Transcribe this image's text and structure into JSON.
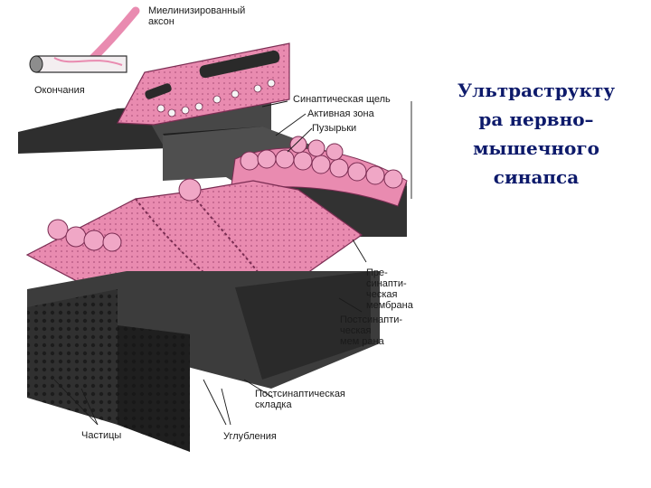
{
  "title": {
    "lines": [
      "Ультраструкту",
      "ра нервно–",
      "мышечного",
      "синапса"
    ],
    "color": "#0d1a6b"
  },
  "labels": {
    "myelinated_axon": [
      "Миелинизированный",
      "аксон"
    ],
    "endings": "Окончания",
    "synaptic_cleft": "Синаптическая щель",
    "active_zone": "Активная зона",
    "vesicles": "Пузырьки",
    "presynaptic_membrane": [
      "Пре-",
      "синапти-",
      "ческая",
      "мембрана"
    ],
    "postsynaptic_membrane": [
      "Постсинапти-",
      "ческая",
      "мем рана"
    ],
    "postsynaptic_fold": [
      "Постсинаптическая",
      "складка"
    ],
    "particles": "Частицы",
    "depressions": "Углубления"
  },
  "colors": {
    "tissue_pink": "#e98bb0",
    "tissue_dark": "#b9507f",
    "muscle_gray": "#5a5a5a",
    "muscle_dark": "#2e2e2e"
  }
}
